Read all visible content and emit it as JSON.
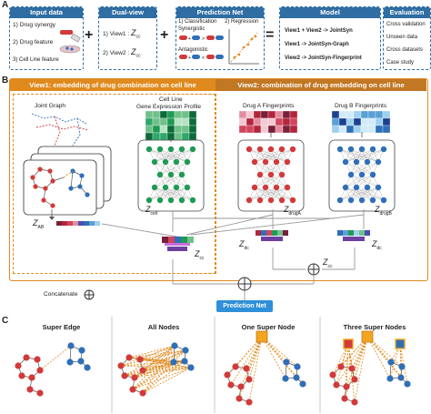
{
  "panel_a": {
    "label": "A",
    "input_box": {
      "title": "Input data",
      "items": [
        "1) Drug synergy",
        "2) Drug feature",
        "3) Cell Line feature"
      ]
    },
    "plus": "+",
    "dual_view": {
      "title": "Dual-view",
      "view1_label": "1) View1 :",
      "view1_symbol": "Z",
      "view1_sub": "cc",
      "view2_label": "2) View2 :",
      "view2_symbol": "Z",
      "view2_sub": "cc"
    },
    "prediction_net": {
      "title": "Prediction Net",
      "classification": "1) Classification",
      "regression": "2) Regression",
      "synergistic": "Synergistic",
      "antagonistic": "Antagonistic"
    },
    "equals": "=",
    "model": {
      "title": "Model",
      "rows": [
        "View1 + View2 -> JointSyn",
        "View1 -> JointSyn-Graph",
        "View2 -> JointSyn-Fingerprint"
      ]
    },
    "evaluation": {
      "title": "Evaluation",
      "items": [
        "Cross validation",
        "Unseen data",
        "Cross datasets",
        "Case study"
      ]
    }
  },
  "panel_b": {
    "label": "B",
    "view1_header": "View1: embedding of drug combination on cell line",
    "view2_header": "View2: combination of drug embedding on cell line",
    "joint_graph": "Joint Graph",
    "cell_line": "Cell Line",
    "gene_expression": "Gene Expression Profile",
    "drug_a": "Drug A Fingerprints",
    "drug_b": "Drug B Fingerprints",
    "z_ab": "Z",
    "z_ab_sub": "AB",
    "z_cell": "Z",
    "z_cell_sub": "cell",
    "z_druga": "Z",
    "z_druga_sub": "drugA",
    "z_drugb": "Z",
    "z_drugb_sub": "drugB",
    "z_cc": "Z",
    "z_cc_sub": "cc",
    "z_dc1": "Z",
    "z_dc1_sub": "dc",
    "z_dc2": "Z",
    "z_dc2_sub": "dc",
    "z_cc2": "Z",
    "z_cc2_sub": "cc",
    "concatenate": "Concatenate",
    "prediction_net": "Prediction Net"
  },
  "panel_c": {
    "label": "C",
    "titles": [
      "Super Edge",
      "All Nodes",
      "One Super Node",
      "Three Super Nodes"
    ]
  },
  "colors": {
    "accent_blue": "#2f6da3",
    "orange": "#e08a1e",
    "red_node": "#d23a3a",
    "blue_node": "#2f6fb8",
    "green": "#1f9a55",
    "purple": "#6d3fa0"
  }
}
